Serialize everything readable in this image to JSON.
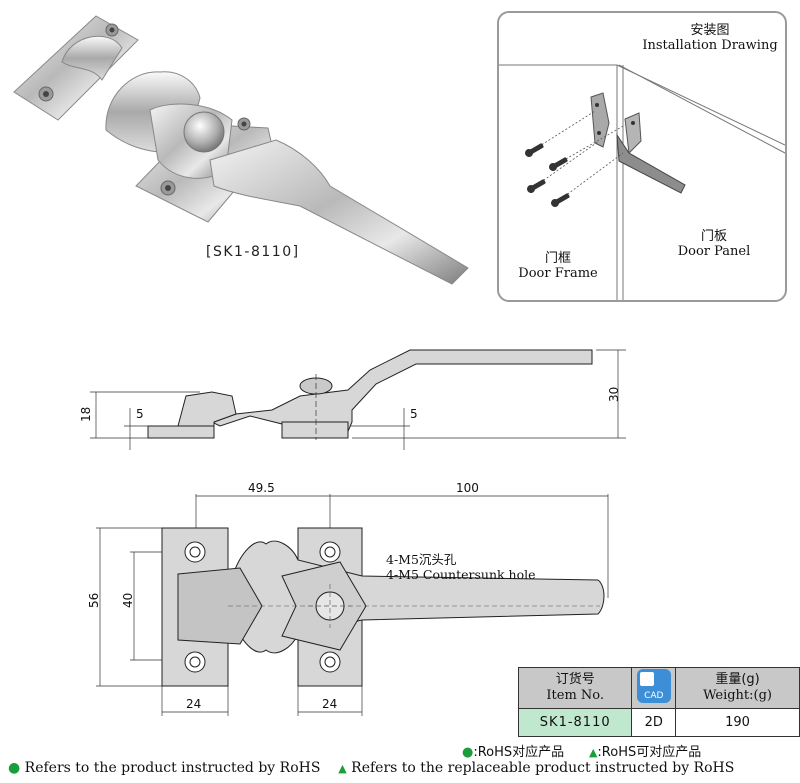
{
  "product": {
    "code_caption": "[SK1-8110]"
  },
  "installation": {
    "title_cn": "安装图",
    "title_en": "Installation Drawing",
    "frame_cn": "门框",
    "frame_en": "Door Frame",
    "panel_cn": "门板",
    "panel_en": "Door Panel"
  },
  "side_view": {
    "height_left": "18",
    "height_total": "30",
    "thickness_left": "5",
    "thickness_right": "5"
  },
  "top_view": {
    "dim_center": "49.5",
    "dim_handle": "100",
    "dim_height": "56",
    "dim_hole_pitch": "40",
    "dim_base_left": "24",
    "dim_base_right": "24",
    "hole_note_cn": "4-M5沉头孔",
    "hole_note_en": "4-M5 Countersunk hole"
  },
  "spec_table": {
    "item_no_cn": "订货号",
    "item_no_en": "Item No.",
    "cad_label": "CAD",
    "weight_cn": "重量(g)",
    "weight_en": "Weight:(g)",
    "item_no": "SK1-8110",
    "cad_value": "2D",
    "weight": "190"
  },
  "legend": {
    "rohs_cn": ":RoHS对应产品",
    "replaceable_cn": ":RoHS可对应产品",
    "rohs_en": "Refers to the product instructed by RoHS",
    "replaceable_en": "Refers to the replaceable product instructed by RoHS"
  },
  "colors": {
    "legend_mark": "#1a9e3c",
    "item_cell": "#bfe8cf",
    "header_cell": "#c8c8c8",
    "cad_icon": "#3c8ed6"
  }
}
